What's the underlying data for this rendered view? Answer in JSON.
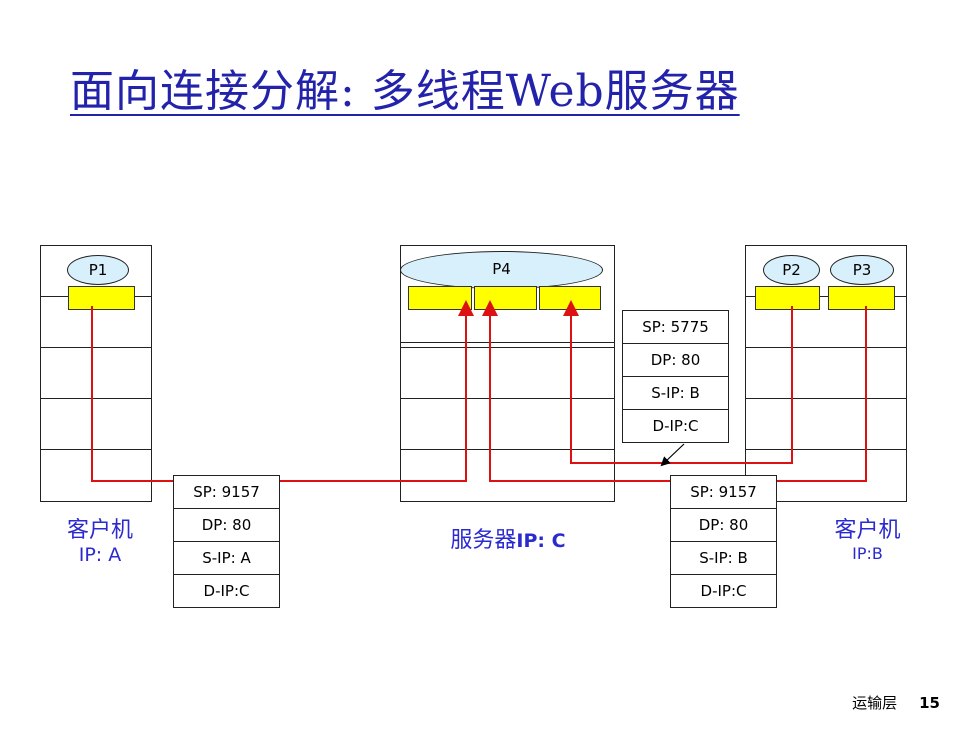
{
  "title": "面向连接分解: 多线程Web服务器",
  "processes": {
    "p1": "P1",
    "p2": "P2",
    "p3": "P3",
    "p4": "P4"
  },
  "client_a": {
    "name": "客户机",
    "ip": "IP: A"
  },
  "server": {
    "name": "服务器",
    "ip": "IP: C"
  },
  "client_b": {
    "name": "客户机",
    "ip": "IP:B"
  },
  "segment_a": [
    "SP: 9157",
    "DP: 80",
    "S-IP: A",
    "D-IP:C"
  ],
  "segment_b1": [
    "SP: 5775",
    "DP: 80",
    "S-IP: B",
    "D-IP:C"
  ],
  "segment_b2": [
    "SP: 9157",
    "DP: 80",
    "S-IP: B",
    "D-IP:C"
  ],
  "footer": {
    "label": "运输层",
    "page": "15"
  },
  "colors": {
    "link": "#dd1111",
    "socket": "#ffff00",
    "process": "#d7f0fb",
    "label": "#2a2ad0"
  }
}
